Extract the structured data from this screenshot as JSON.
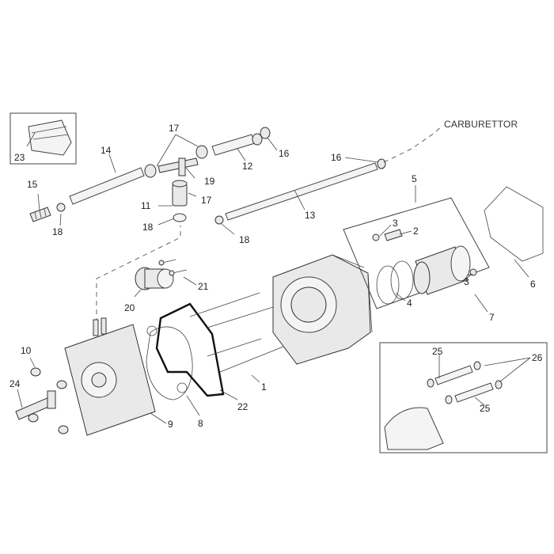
{
  "labels": {
    "carburettor": "CARBURETTOR",
    "n1": "1",
    "n2": "2",
    "n3a": "3",
    "n3b": "3",
    "n4": "4",
    "n5": "5",
    "n6": "6",
    "n7": "7",
    "n8": "8",
    "n9": "9",
    "n10": "10",
    "n11": "11",
    "n12": "12",
    "n13": "13",
    "n14": "14",
    "n15": "15",
    "n16a": "16",
    "n16b": "16",
    "n17a": "17",
    "n17b": "17",
    "n18a": "18",
    "n18b": "18",
    "n18c": "18",
    "n19": "19",
    "n20": "20",
    "n21": "21",
    "n22": "22",
    "n23": "23",
    "n24": "24",
    "n25a": "25",
    "n25b": "25",
    "n26": "26"
  },
  "colors": {
    "line": "#444444",
    "fill": "#e9e9e9",
    "bold": "#111111"
  }
}
